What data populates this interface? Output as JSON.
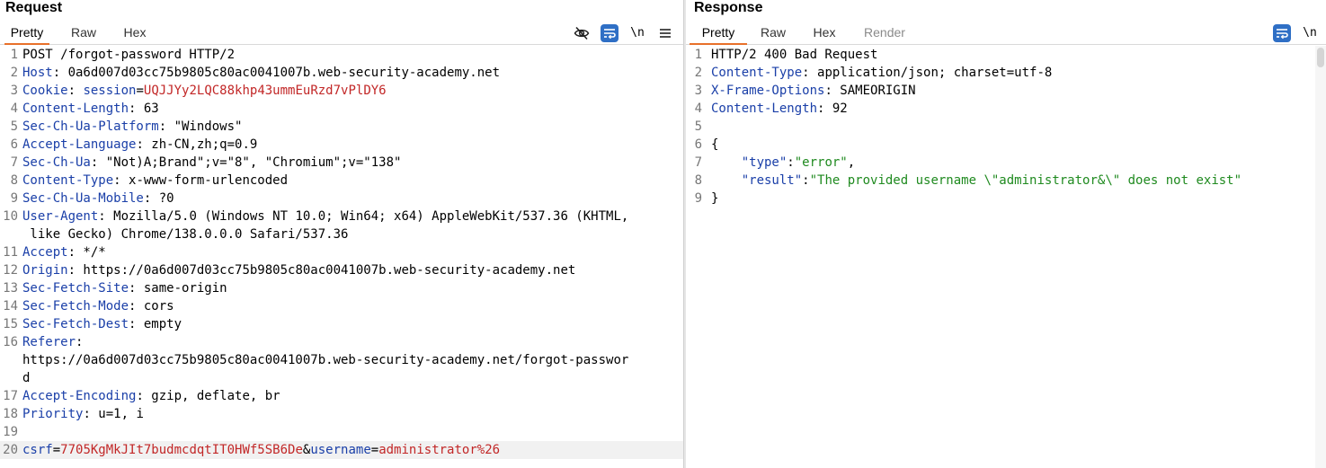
{
  "request": {
    "title": "Request",
    "tabs": [
      "Pretty",
      "Raw",
      "Hex"
    ],
    "active_tab": "Pretty",
    "tool_newline": "\\n",
    "lines": [
      {
        "n": "1",
        "parts": [
          {
            "t": "POST /forgot-password HTTP/2",
            "c": "hv"
          }
        ]
      },
      {
        "n": "2",
        "parts": [
          {
            "t": "Host",
            "c": "hk"
          },
          {
            "t": ": 0a6d007d03cc75b9805c80ac0041007b.web-security-academy.net",
            "c": "hv"
          }
        ]
      },
      {
        "n": "3",
        "parts": [
          {
            "t": "Cookie",
            "c": "hk"
          },
          {
            "t": ": ",
            "c": "hv"
          },
          {
            "t": "session",
            "c": "hk"
          },
          {
            "t": "=",
            "c": "hv"
          },
          {
            "t": "UQJJYy2LQC88khp43ummEuRzd7vPlDY6",
            "c": "cv"
          }
        ]
      },
      {
        "n": "4",
        "parts": [
          {
            "t": "Content-Length",
            "c": "hk"
          },
          {
            "t": ": 63",
            "c": "hv"
          }
        ]
      },
      {
        "n": "5",
        "parts": [
          {
            "t": "Sec-Ch-Ua-Platform",
            "c": "hk"
          },
          {
            "t": ": \"Windows\"",
            "c": "hv"
          }
        ]
      },
      {
        "n": "6",
        "parts": [
          {
            "t": "Accept-Language",
            "c": "hk"
          },
          {
            "t": ": zh-CN,zh;q=0.9",
            "c": "hv"
          }
        ]
      },
      {
        "n": "7",
        "parts": [
          {
            "t": "Sec-Ch-Ua",
            "c": "hk"
          },
          {
            "t": ": \"Not)A;Brand\";v=\"8\", \"Chromium\";v=\"138\"",
            "c": "hv"
          }
        ]
      },
      {
        "n": "8",
        "parts": [
          {
            "t": "Content-Type",
            "c": "hk"
          },
          {
            "t": ": x-www-form-urlencoded",
            "c": "hv"
          }
        ]
      },
      {
        "n": "9",
        "parts": [
          {
            "t": "Sec-Ch-Ua-Mobile",
            "c": "hk"
          },
          {
            "t": ": ?0",
            "c": "hv"
          }
        ]
      },
      {
        "n": "10",
        "parts": [
          {
            "t": "User-Agent",
            "c": "hk"
          },
          {
            "t": ": Mozilla/5.0 (Windows NT 10.0; Win64; x64) AppleWebKit/537.36 (KHTML,",
            "c": "hv"
          }
        ]
      },
      {
        "n": "",
        "parts": [
          {
            "t": " like Gecko) Chrome/138.0.0.0 Safari/537.36",
            "c": "hv"
          }
        ]
      },
      {
        "n": "11",
        "parts": [
          {
            "t": "Accept",
            "c": "hk"
          },
          {
            "t": ": */*",
            "c": "hv"
          }
        ]
      },
      {
        "n": "12",
        "parts": [
          {
            "t": "Origin",
            "c": "hk"
          },
          {
            "t": ": https://0a6d007d03cc75b9805c80ac0041007b.web-security-academy.net",
            "c": "hv"
          }
        ]
      },
      {
        "n": "13",
        "parts": [
          {
            "t": "Sec-Fetch-Site",
            "c": "hk"
          },
          {
            "t": ": same-origin",
            "c": "hv"
          }
        ]
      },
      {
        "n": "14",
        "parts": [
          {
            "t": "Sec-Fetch-Mode",
            "c": "hk"
          },
          {
            "t": ": cors",
            "c": "hv"
          }
        ]
      },
      {
        "n": "15",
        "parts": [
          {
            "t": "Sec-Fetch-Dest",
            "c": "hk"
          },
          {
            "t": ": empty",
            "c": "hv"
          }
        ]
      },
      {
        "n": "16",
        "parts": [
          {
            "t": "Referer",
            "c": "hk"
          },
          {
            "t": ":",
            "c": "hv"
          }
        ]
      },
      {
        "n": "",
        "parts": [
          {
            "t": "https://0a6d007d03cc75b9805c80ac0041007b.web-security-academy.net/forgot-passwor",
            "c": "hv"
          }
        ]
      },
      {
        "n": "",
        "parts": [
          {
            "t": "d",
            "c": "hv"
          }
        ]
      },
      {
        "n": "17",
        "parts": [
          {
            "t": "Accept-Encoding",
            "c": "hk"
          },
          {
            "t": ": gzip, deflate, br",
            "c": "hv"
          }
        ]
      },
      {
        "n": "18",
        "parts": [
          {
            "t": "Priority",
            "c": "hk"
          },
          {
            "t": ": u=1, i",
            "c": "hv"
          }
        ]
      },
      {
        "n": "19",
        "parts": []
      },
      {
        "n": "20",
        "current": true,
        "parts": [
          {
            "t": "csrf",
            "c": "pk"
          },
          {
            "t": "=",
            "c": "hv"
          },
          {
            "t": "7705KgMkJIt7budmcdqtIT0HWf5SB6De",
            "c": "pv"
          },
          {
            "t": "&",
            "c": "hv"
          },
          {
            "t": "username",
            "c": "pk"
          },
          {
            "t": "=",
            "c": "hv"
          },
          {
            "t": "administrator%26",
            "c": "pv"
          }
        ]
      }
    ]
  },
  "response": {
    "title": "Response",
    "tabs": [
      "Pretty",
      "Raw",
      "Hex",
      "Render"
    ],
    "active_tab": "Pretty",
    "tool_newline": "\\n",
    "lines": [
      {
        "n": "1",
        "parts": [
          {
            "t": "HTTP/2 400 Bad Request",
            "c": "hv"
          }
        ]
      },
      {
        "n": "2",
        "parts": [
          {
            "t": "Content-Type",
            "c": "hk"
          },
          {
            "t": ": application/json; charset=utf-8",
            "c": "hv"
          }
        ]
      },
      {
        "n": "3",
        "parts": [
          {
            "t": "X-Frame-Options",
            "c": "hk"
          },
          {
            "t": ": SAMEORIGIN",
            "c": "hv"
          }
        ]
      },
      {
        "n": "4",
        "parts": [
          {
            "t": "Content-Length",
            "c": "hk"
          },
          {
            "t": ": 92",
            "c": "hv"
          }
        ]
      },
      {
        "n": "5",
        "parts": []
      },
      {
        "n": "6",
        "parts": [
          {
            "t": "{",
            "c": "hv"
          }
        ]
      },
      {
        "n": "7",
        "parts": [
          {
            "t": "    ",
            "c": "hv"
          },
          {
            "t": "\"type\"",
            "c": "jk"
          },
          {
            "t": ":",
            "c": "hv"
          },
          {
            "t": "\"error\"",
            "c": "js"
          },
          {
            "t": ",",
            "c": "hv"
          }
        ]
      },
      {
        "n": "8",
        "parts": [
          {
            "t": "    ",
            "c": "hv"
          },
          {
            "t": "\"result\"",
            "c": "jk"
          },
          {
            "t": ":",
            "c": "hv"
          },
          {
            "t": "\"The provided username \\\"administrator&\\\" does not exist\"",
            "c": "js"
          }
        ]
      },
      {
        "n": "9",
        "parts": [
          {
            "t": "}",
            "c": "hv"
          }
        ]
      }
    ]
  },
  "colors": {
    "accent_tab": "#e8702a",
    "header_key": "#1a3fa8",
    "param_value": "#c22727",
    "json_string": "#1f8a1f",
    "wrap_button": "#2f6fc5"
  },
  "icons": {
    "hide": "eye-slash-icon",
    "wrap": "wrap-lines-icon",
    "menu": "hamburger-menu-icon"
  }
}
